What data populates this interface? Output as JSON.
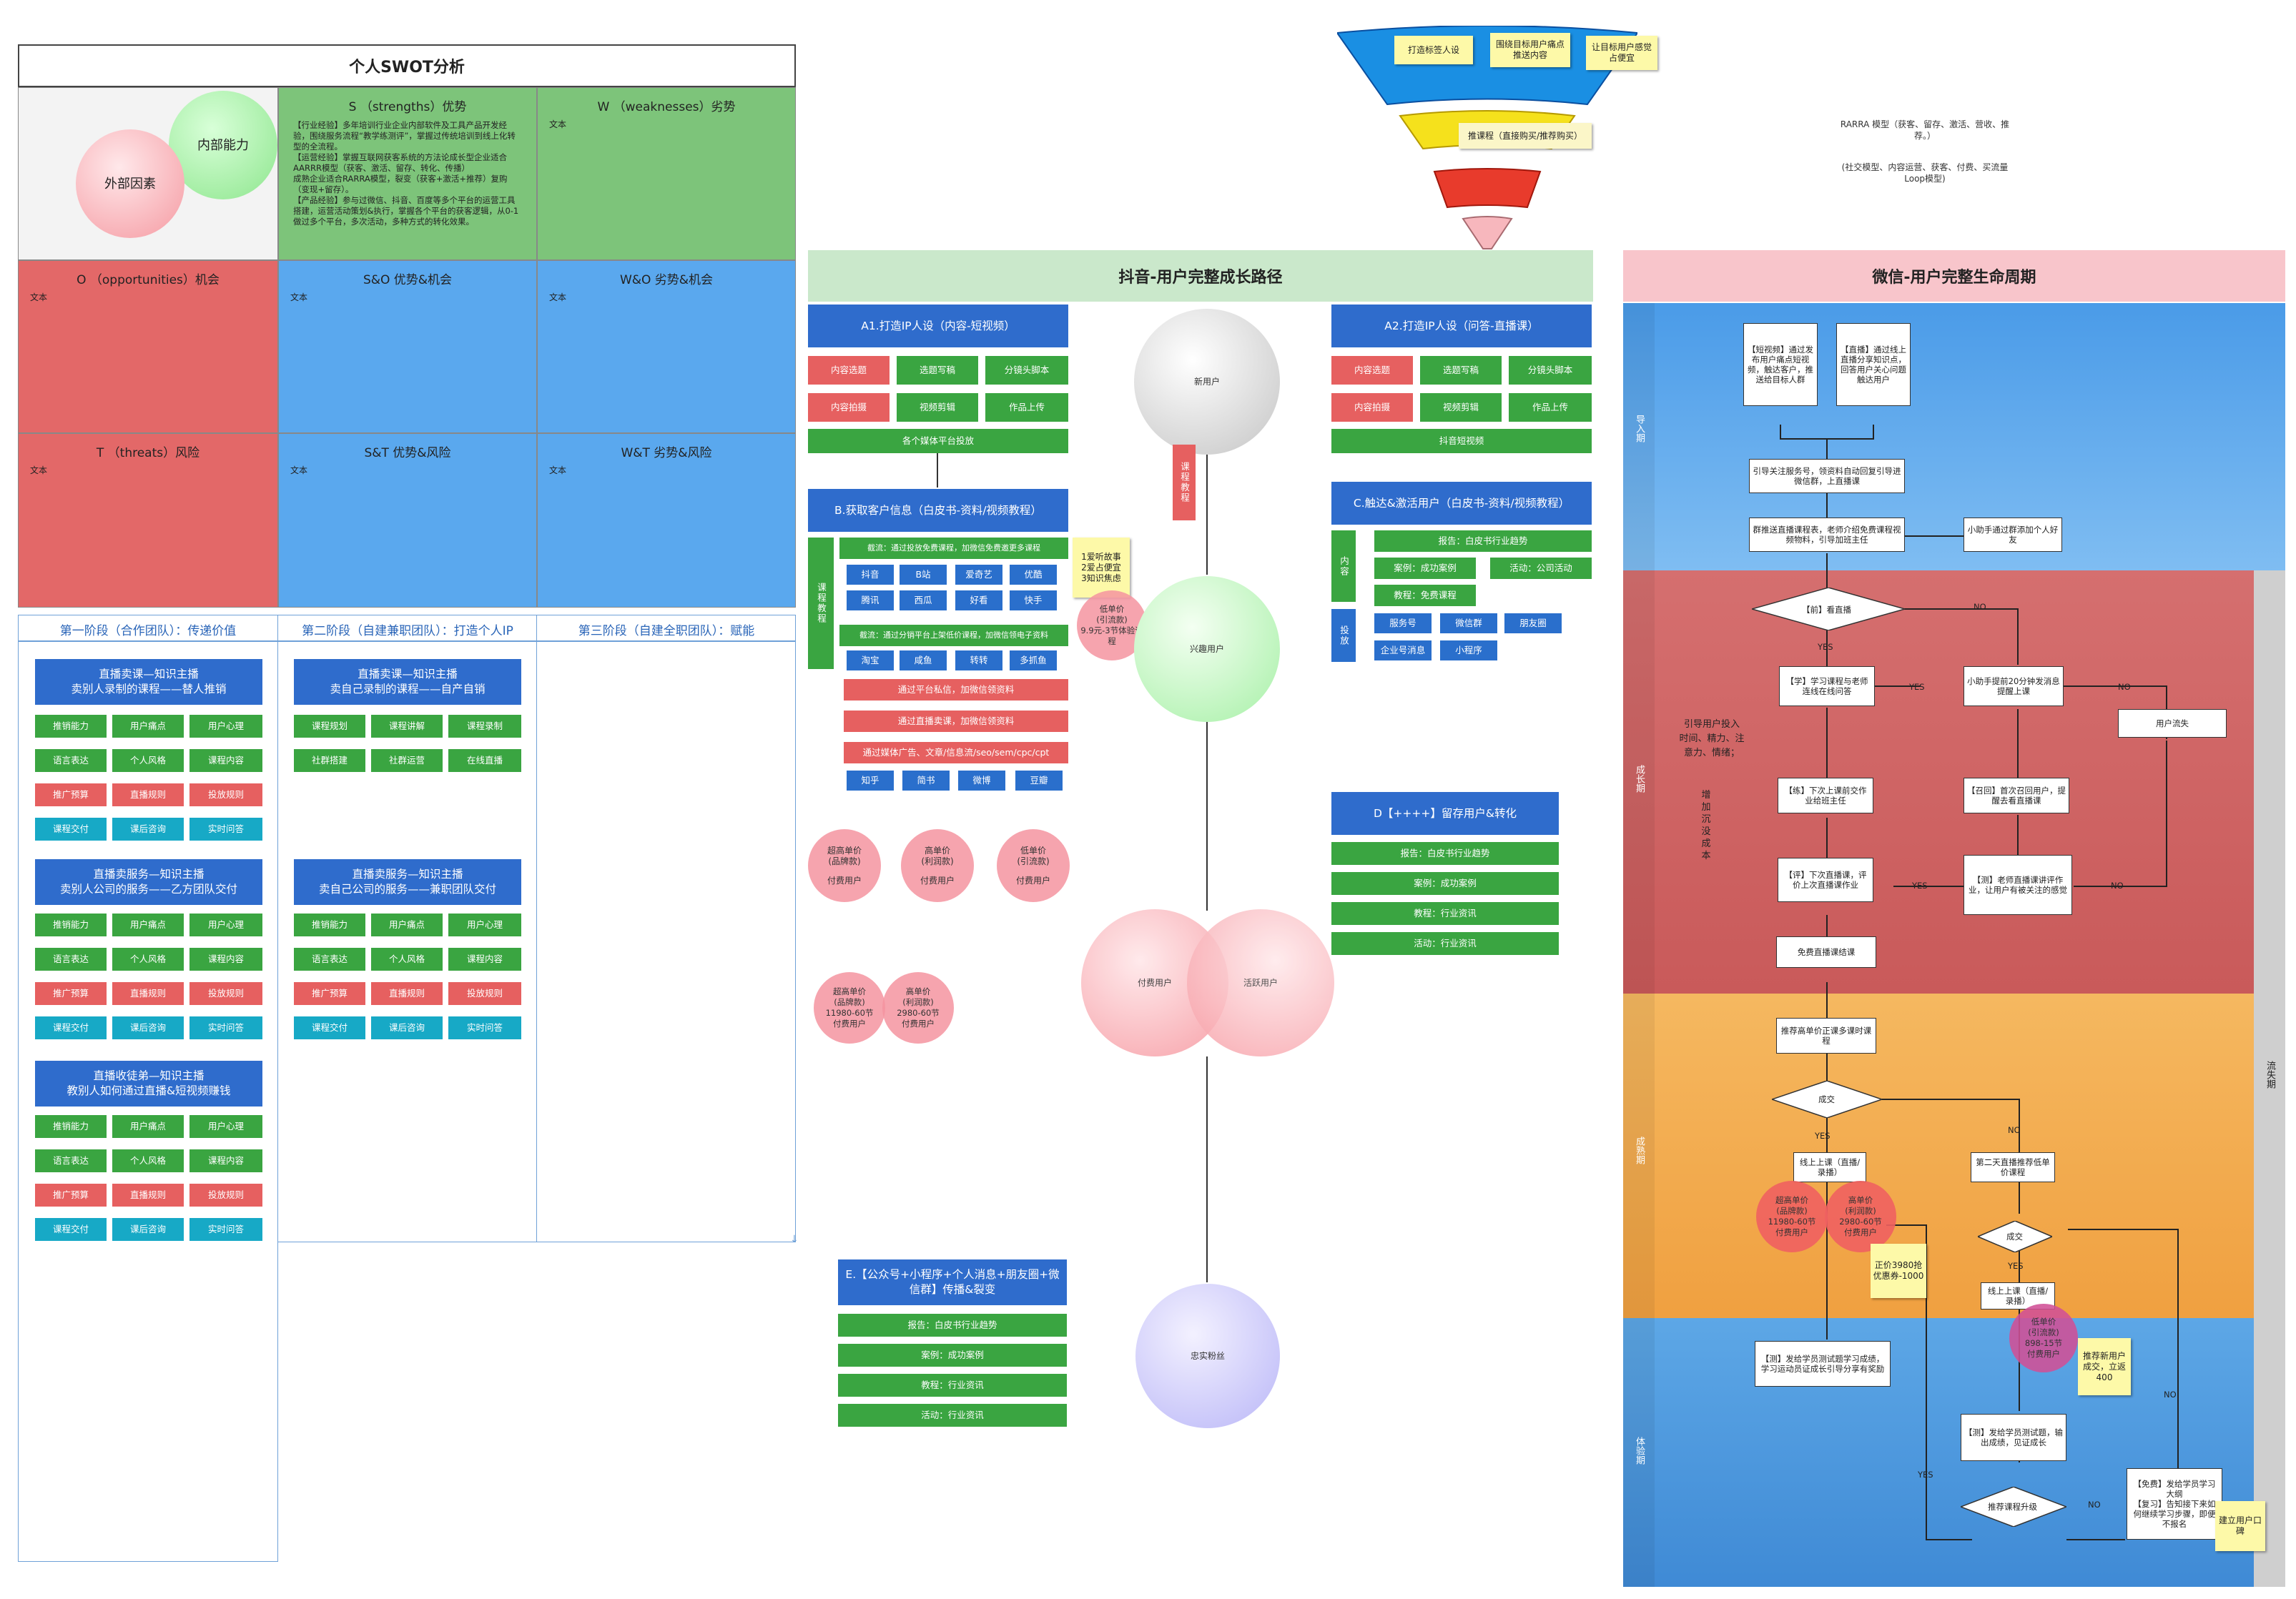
{
  "swot": {
    "title": "个人SWOT分析",
    "inner_circle": "内部能力",
    "outer_circle": "外部因素",
    "s_title": "S （strengths）优势",
    "s_body": "【行业经验】多年培训行业企业内部软件及工具产品开发经验，围绕服务流程“教学练测评”，掌握过传统培训到线上化转型的全流程。\n【运营经验】掌握互联网获客系统的方法论成长型企业适合AARRR模型（获客、激活、留存、转化、传播）\n成熟企业适合RARRA模型，裂变（获客+激活+推荐）复购（变现+留存）。\n【产品经验】参与过微信、抖音、百度等多个平台的运营工具搭建，运营活动策划&执行，掌握各个平台的获客逻辑，从0-1做过多个平台，多次活动，多种方式的转化效果。",
    "w_title": "W （weaknesses）劣势",
    "o_title": "O （opportunities）机会",
    "so_title": "S&O 优势&机会",
    "wo_title": "W&O 劣势&机会",
    "t_title": "T （threats）风险",
    "st_title": "S&T 优势&风险",
    "wt_title": "W&T 劣势&风险",
    "placeholder": "文本"
  },
  "stages": {
    "s1_title": "第一阶段（合作团队）：传递价值",
    "s2_title": "第二阶段（自建兼职团队）：打造个人IP",
    "s3_title": "第三阶段（自建全职团队）：赋能",
    "card1_title": "直播卖课—知识主播\n卖别人录制的课程——替人推销",
    "card2_title": "直播卖服务—知识主播\n卖别人公司的服务——乙方团队交付",
    "card3_title": "直播收徒弟—知识主播\n教别人如何通过直播&短视频赚钱",
    "card4_title": "直播卖课—知识主播\n卖自己录制的课程——自产自销",
    "card5_title": "直播卖服务—知识主播\n卖自己公司的服务——兼职团队交付",
    "tags": [
      "推销能力",
      "用户痛点",
      "用户心理",
      "语言表达",
      "个人风格",
      "课程内容",
      "推广预算",
      "直播规则",
      "投放规则",
      "课程交付",
      "课后咨询",
      "实时问答"
    ],
    "card4_tags": [
      "课程规划",
      "课程讲解",
      "课程录制",
      "社群搭建",
      "社群运营",
      "在线直播"
    ]
  },
  "funnel": {
    "top_notes": [
      "打造标签人设",
      "围绕目标用户痛点推送内容",
      "让目标用户感觉占便宜"
    ],
    "yellow_note": "推课程（直接购买/推荐购买）"
  },
  "rarra": {
    "line1": "RARRA 模型（获客、留存、激活、营收、推荐。）",
    "line2": "(社交模型、内容运营、获客、付费、买流量 Loop模型)"
  },
  "douyin": {
    "title": "抖音-用户完整成长路径",
    "a1_title": "A1.打造IP人设（内容-短视频）",
    "a2_title": "A2.打造IP人设（问答-直播课）",
    "a_tags": [
      "内容选题",
      "选题写稿",
      "分镜头脚本",
      "内容拍摄",
      "视频剪辑",
      "作品上传"
    ],
    "a1_bottom": "各个媒体平台投放",
    "a2_bottom": "抖音短视频",
    "b_title": "B.获取客户信息（白皮书-资料/视频教程）",
    "b_side": "课程教程",
    "b_row1": "截流：通过投放免费课程，加微信免费邀更多课程",
    "b_row1_tags": [
      "抖音",
      "B站",
      "爱奇艺",
      "优酷",
      "腾讯",
      "西瓜",
      "好看",
      "快手"
    ],
    "b_row2": "截流：通过分销平台上架低价课程，加微信领电子资料",
    "b_row2_tags": [
      "淘宝",
      "咸鱼",
      "转转",
      "多抓鱼"
    ],
    "b_row3": "通过平台私信，加微信领资料",
    "b_row4": "通过直播卖课，加微信领资料",
    "b_row5": "通过媒体广告、文章/信息流/seo/sem/cpc/cpt",
    "b_row5_tags": [
      "知乎",
      "简书",
      "微博",
      "豆瓣"
    ],
    "b_note": "1爱听故事\n2爱占便宜\n3知识焦虑",
    "low_price": "低单价\n(引流款)\n9.9元-3节体验课程",
    "course_label": "课程教程",
    "c_title": "C.触达&激活用户（白皮书-资料/视频教程）",
    "c_side1": "内容",
    "c_side2": "投放",
    "c_report": "报告：白皮书行业趋势",
    "c_case": "案例：成功案例",
    "c_activity": "活动：公司活动",
    "c_tutorial": "教程：免费课程",
    "c_tags": [
      "服务号",
      "微信群",
      "朋友圈",
      "企业号消息",
      "小程序"
    ],
    "d_title": "D【++++】留存用户&转化",
    "e_title": "E.【公众号+小程序+个人消息+朋友圈+微信群】传播&裂变",
    "de_report": "报告：白皮书行业趋势",
    "de_case": "案例：成功案例",
    "de_tutorial": "教程：行业资讯",
    "de_activity": "活动：行业资讯",
    "price_circles": [
      {
        "line1": "超高单价",
        "line2": "(品牌款)",
        "line3": "付费用户"
      },
      {
        "line1": "高单价",
        "line2": "(利润款)",
        "line3": "付费用户"
      },
      {
        "line1": "低单价",
        "line2": "(引流款)",
        "line3": "付费用户"
      }
    ],
    "price_circles2": [
      {
        "text": "超高单价\n(品牌款)\n11980-60节\n付费用户"
      },
      {
        "text": "高单价\n(利润款)\n2980-60节\n付费用户"
      }
    ],
    "new_user": "新用户",
    "interest_user": "兴趣用户",
    "pay_user": "付费用户",
    "active_user": "活跃用户",
    "fan_user": "忠实粉丝"
  },
  "wechat": {
    "title": "微信-用户完整生命周期",
    "phase1": "导入期",
    "phase2": "成长期",
    "phase3": "成熟期",
    "phase4": "体验期",
    "phase_lost": "流失期",
    "box_shortvideo": "【短视频】通过发布用户痛点短视频，触达客户，推送给目标人群",
    "box_live": "【直播】通过线上直播分享知识点，回答用户关心问题触达用户",
    "box_follow": "引导关注服务号，领资料自动回复引导进微信群，上直播课",
    "box_group": "群推送直播课程表，老师介绍免费课程视频物料，引导加班主任",
    "box_assistant": "小助手通过群添加个人好友",
    "d_watch": "【前】看直播",
    "box_learn": "【学】学习课程与老师连线在线问答",
    "box_remind": "小助手提前20分钟发消息提醒上课",
    "box_lost": "用户流失",
    "guide_text": "引导用户投入\n时间、精力、注意力、情绪；",
    "cost_text": "增加沉没成本",
    "box_practice": "【练】下次上课前交作业给班主任",
    "box_recall": "【召回】首次召回用户，提醒去看直播课",
    "box_review": "【评】下次直播课，评价上次直播课作业",
    "box_test": "【测】老师直播课讲评作业，让用户有被关注的感觉",
    "box_free": "免费直播课结课",
    "box_recommend": "推荐高单价正课多课时课程",
    "d_deal": "成交",
    "box_online_course": "线上上课（直播/录播）",
    "box_second_live": "第二天直播推荐低单价课程",
    "d_deal2": "成交",
    "box_online_course2": "线上上课（直播/录播）",
    "c_super": "超高单价\n(品牌款)\n11980-60节\n付费用户",
    "c_high": "高单价\n(利润款)\n2980-60节\n付费用户",
    "c_low": "低单价\n(引流款)\n898-15节\n付费用户",
    "note_price": "正价3980抢优惠券-1000",
    "note_new": "推荐新用户成交，立返400",
    "box_test2": "【测】发给学员测试题学习成绩，学习运动员证成长引导分享有奖励",
    "box_test3": "【测】发给学员测试题，输出成绩，见证成长",
    "d_upgrade": "推荐课程升级",
    "box_free_review": "【免费】发给学员学习大纲\n【复习】告知接下来如何继续学习步骤，即便不报名",
    "note_build": "建立用户口碑",
    "yes": "YES",
    "no": "NO"
  }
}
